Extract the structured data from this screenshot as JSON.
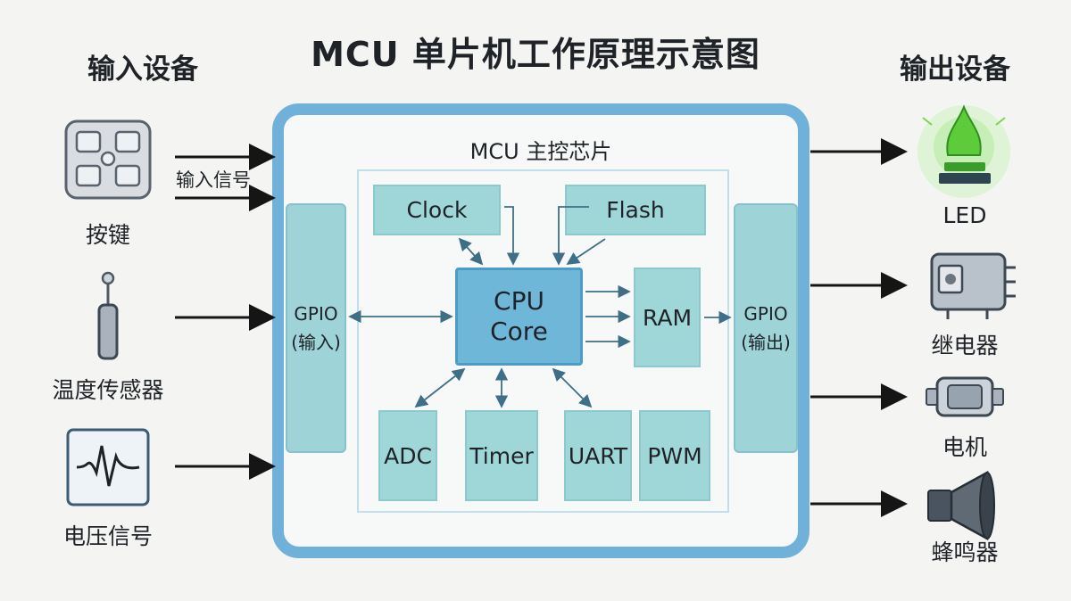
{
  "title": "MCU 单片机工作原理示意图",
  "inputs": {
    "heading": "输入设备",
    "devices": [
      {
        "label": "按键",
        "icon": "keypad-icon"
      },
      {
        "label": "温度传感器",
        "icon": "temperature-sensor-icon"
      },
      {
        "label": "电压信号",
        "icon": "waveform-icon"
      }
    ],
    "signal_label": "输入信号"
  },
  "outputs": {
    "heading": "输出设备",
    "devices": [
      {
        "label": "LED",
        "icon": "led-icon"
      },
      {
        "label": "继电器",
        "icon": "relay-icon"
      },
      {
        "label": "电机",
        "icon": "motor-icon"
      },
      {
        "label": "蜂鸣器",
        "icon": "buzzer-icon"
      }
    ]
  },
  "mcu": {
    "label": "MCU 主控芯片",
    "gpio_in": {
      "line1": "GPIO",
      "line2": "(输入)"
    },
    "gpio_out": {
      "line1": "GPIO",
      "line2": "(输出)"
    },
    "cpu": {
      "line1": "CPU",
      "line2": "Core"
    },
    "blocks": {
      "clock": "Clock",
      "flash": "Flash",
      "ram": "RAM",
      "adc": "ADC",
      "timer": "Timer",
      "uart": "UART",
      "pwm": "PWM"
    }
  },
  "colors": {
    "mcu_border": "#6fb1d9",
    "block_fill": "#9fd6d8",
    "cpu_fill": "#6fb7d9",
    "led_glow": "#5ecb3a"
  }
}
